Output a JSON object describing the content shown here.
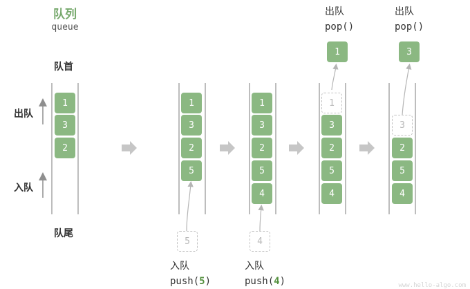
{
  "title": "队列",
  "subtitle": "queue",
  "head_label": "队首",
  "tail_label": "队尾",
  "dequeue_label": "出队",
  "enqueue_label": "入队",
  "colors": {
    "block": "#8bb882",
    "accent_text": "#77a96d",
    "push_number": "#55913f",
    "rail": "#bdbdbd",
    "arrow": "#bdbdbd"
  },
  "stages": [
    {
      "items": [
        "1",
        "3",
        "2"
      ]
    },
    {
      "items": [
        "1",
        "3",
        "2",
        "5"
      ],
      "op": {
        "cn": "入队",
        "code": "push(",
        "arg": "5",
        "end": ")",
        "ghost": "5"
      }
    },
    {
      "items": [
        "1",
        "3",
        "2",
        "5",
        "4"
      ],
      "op": {
        "cn": "入队",
        "code": "push(",
        "arg": "4",
        "end": ")",
        "ghost": "4"
      }
    },
    {
      "items": [
        "3",
        "2",
        "5",
        "4"
      ],
      "op": {
        "cn": "出队",
        "code": "pop()",
        "popped": "1",
        "ghost": "1"
      }
    },
    {
      "items": [
        "2",
        "5",
        "4"
      ],
      "op": {
        "cn": "出队",
        "code": "pop()",
        "popped": "3",
        "ghost": "3"
      }
    }
  ],
  "watermark": "www.hello-algo.com"
}
